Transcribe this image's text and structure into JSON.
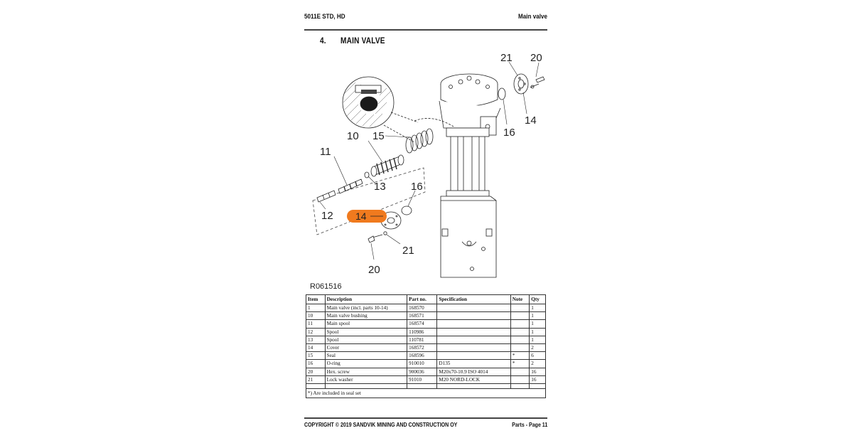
{
  "header": {
    "left": "5011E STD, HD",
    "right": "Main valve"
  },
  "section": {
    "number": "4.",
    "title": "MAIN VALVE"
  },
  "figure": {
    "drawing_id": "R061516",
    "callouts": {
      "c21_top": "21",
      "c20_top": "20",
      "c14_right": "14",
      "c16_right": "16",
      "c10": "10",
      "c15": "15",
      "c11": "11",
      "c13": "13",
      "c16_left": "16",
      "c12": "12",
      "c14_highlight": "14",
      "c21_bottom": "21",
      "c20_bottom": "20"
    },
    "highlight_color": "#f07a1e"
  },
  "table": {
    "headers": {
      "item": "Item",
      "description": "Description",
      "part_no": "Part no.",
      "specification": "Specification",
      "note": "Note",
      "qty": "Qty"
    },
    "rows": [
      {
        "item": "1",
        "description": "Main valve (incl. parts 10-14)",
        "part_no": "168570",
        "specification": "",
        "note": "",
        "qty": "1"
      },
      {
        "item": "10",
        "description": "Main valve bushing",
        "part_no": "168571",
        "specification": "",
        "note": "",
        "qty": "1"
      },
      {
        "item": "11",
        "description": "Main spool",
        "part_no": "168574",
        "specification": "",
        "note": "",
        "qty": "1"
      },
      {
        "item": "12",
        "description": "Spool",
        "part_no": "110986",
        "specification": "",
        "note": "",
        "qty": "1"
      },
      {
        "item": "13",
        "description": "Spool",
        "part_no": "110781",
        "specification": "",
        "note": "",
        "qty": "1"
      },
      {
        "item": "14",
        "description": "Cover",
        "part_no": "168572",
        "specification": "",
        "note": "",
        "qty": "2"
      },
      {
        "item": "15",
        "description": "Seal",
        "part_no": "168596",
        "specification": "",
        "note": "*",
        "qty": "6"
      },
      {
        "item": "16",
        "description": "O-ring",
        "part_no": "910010",
        "specification": "D135",
        "note": "*",
        "qty": "2"
      },
      {
        "item": "20",
        "description": "Hex. screw",
        "part_no": "900036",
        "specification": "M20x70-10.9 ISO 4014",
        "note": "",
        "qty": "16"
      },
      {
        "item": "21",
        "description": "Lock washer",
        "part_no": "91010",
        "specification": "M20 NORD-LOCK",
        "note": "",
        "qty": "16"
      }
    ],
    "footnote": "*) Are included in seal set"
  },
  "footer": {
    "left": "COPYRIGHT © 2019 SANDVIK MINING AND CONSTRUCTION OY",
    "right": "Parts - Page 11"
  }
}
